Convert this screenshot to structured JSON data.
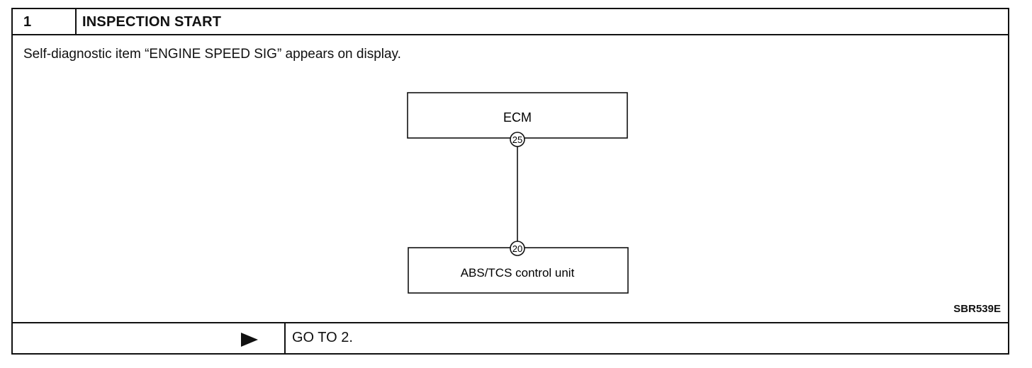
{
  "step": {
    "number": "1",
    "title": "INSPECTION START"
  },
  "description": "Self-diagnostic item “ENGINE SPEED SIG” appears on display.",
  "diagram": {
    "top_box_label": "ECM",
    "top_terminal": "25",
    "bottom_box_label": "ABS/TCS control unit",
    "bottom_terminal": "20",
    "figure_id": "SBR539E"
  },
  "footer": {
    "arrow_icon": "right-triangle-arrow",
    "action": "GO TO 2."
  }
}
